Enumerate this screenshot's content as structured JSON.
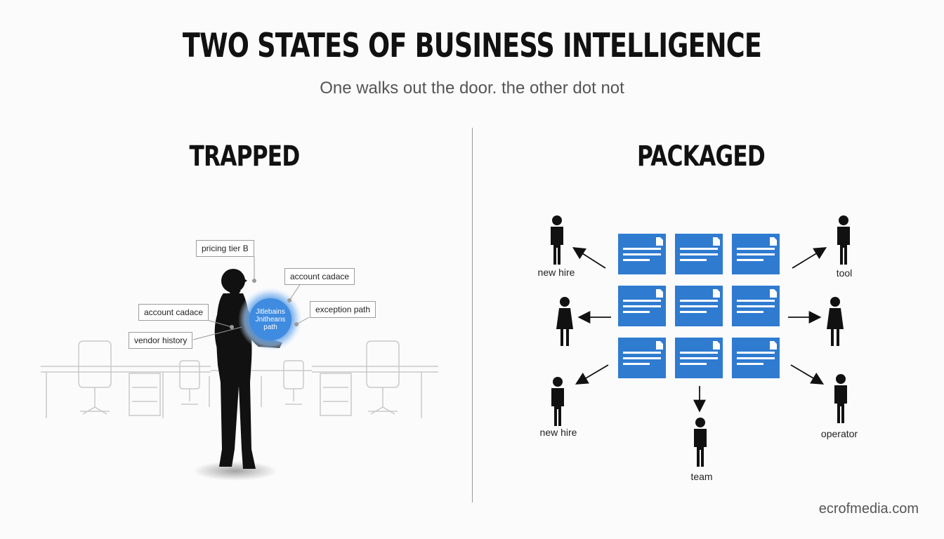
{
  "header": {
    "title": "TWO STATES OF BUSINESS INTELLIGENCE",
    "subtitle": "One walks out the door. the other dot not"
  },
  "left": {
    "heading": "TRAPPED",
    "tags": {
      "pricing": "pricing tier B",
      "account_right": "account cadace",
      "account_left": "account cadace",
      "exception": "exception path",
      "vendor": "vendor history"
    },
    "orb_text": [
      "Jitlebains",
      "Jnitheans",
      "path"
    ]
  },
  "right": {
    "heading": "PACKAGED",
    "people": {
      "top_left": "new hire",
      "top_right": "tool",
      "bottom_left": "new hire",
      "bottom_center": "team",
      "bottom_right": "operator"
    }
  },
  "colors": {
    "doc_blue": "#2f7bd0",
    "orb_blue": "#3f8be0"
  },
  "footer": {
    "site": "ecrofmedia.com"
  }
}
